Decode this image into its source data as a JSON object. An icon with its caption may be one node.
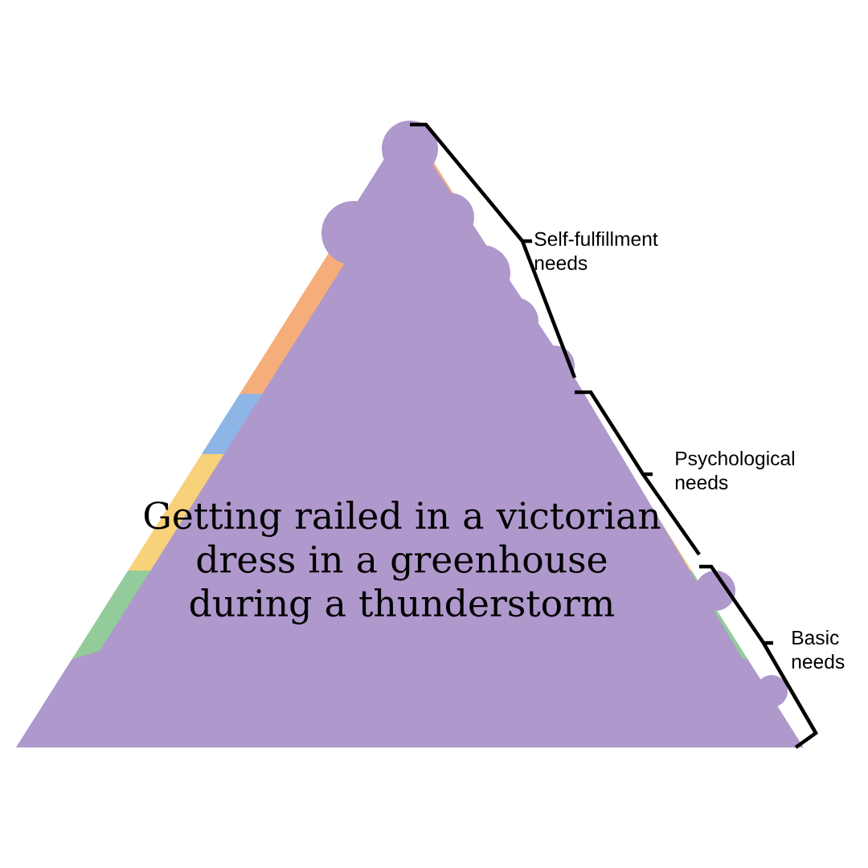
{
  "diagram": {
    "nodes": [
      {
        "text": [
          "Getting railed in a victorian dress in a greenhouse during a thunderstorm"
        ]
      }
    ],
    "labels": [
      "Self-fulfillment needs",
      "Psychological needs",
      "Basic needs"
    ]
  }
}
